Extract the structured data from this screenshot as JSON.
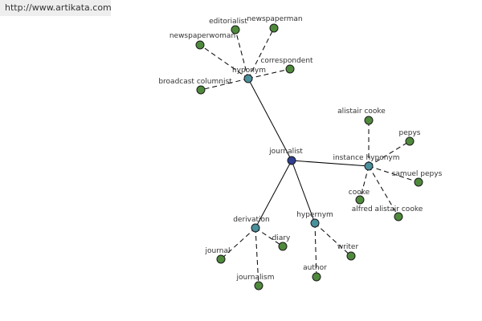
{
  "header": {
    "url": "http://www.artikata.com"
  },
  "colors": {
    "center": "#2f3f8f",
    "relation": "#4a8f9c",
    "leaf": "#4f8a3c",
    "edge": "#000000"
  },
  "graph": {
    "center": {
      "id": "journalist",
      "label": "journalist"
    },
    "relations": [
      {
        "id": "hyponym",
        "label": "hyponym"
      },
      {
        "id": "instance-hyponym",
        "label": "instance hyponym"
      },
      {
        "id": "derivation",
        "label": "derivation"
      },
      {
        "id": "hypernym",
        "label": "hypernym"
      }
    ],
    "leaves": [
      {
        "id": "editorialist",
        "label": "editorialist",
        "relation": "hyponym"
      },
      {
        "id": "newspaperman",
        "label": "newspaperman",
        "relation": "hyponym"
      },
      {
        "id": "newspaperwoman",
        "label": "newspaperwoman",
        "relation": "hyponym"
      },
      {
        "id": "correspondent",
        "label": "correspondent",
        "relation": "hyponym"
      },
      {
        "id": "broadcast-columnist",
        "label": "broadcast columnist",
        "relation": "hyponym"
      },
      {
        "id": "alistair-cooke",
        "label": "alistair cooke",
        "relation": "instance-hyponym"
      },
      {
        "id": "pepys",
        "label": "pepys",
        "relation": "instance-hyponym"
      },
      {
        "id": "samuel-pepys",
        "label": "samuel pepys",
        "relation": "instance-hyponym"
      },
      {
        "id": "cooke",
        "label": "cooke",
        "relation": "instance-hyponym"
      },
      {
        "id": "alfred-alistair-cooke",
        "label": "alfred alistair cooke",
        "relation": "instance-hyponym"
      },
      {
        "id": "journal",
        "label": "journal",
        "relation": "derivation"
      },
      {
        "id": "diary",
        "label": "diary",
        "relation": "derivation"
      },
      {
        "id": "journalism",
        "label": "journalism",
        "relation": "derivation"
      },
      {
        "id": "author",
        "label": "author",
        "relation": "hypernym"
      },
      {
        "id": "writer",
        "label": "writer",
        "relation": "hypernym"
      }
    ]
  }
}
